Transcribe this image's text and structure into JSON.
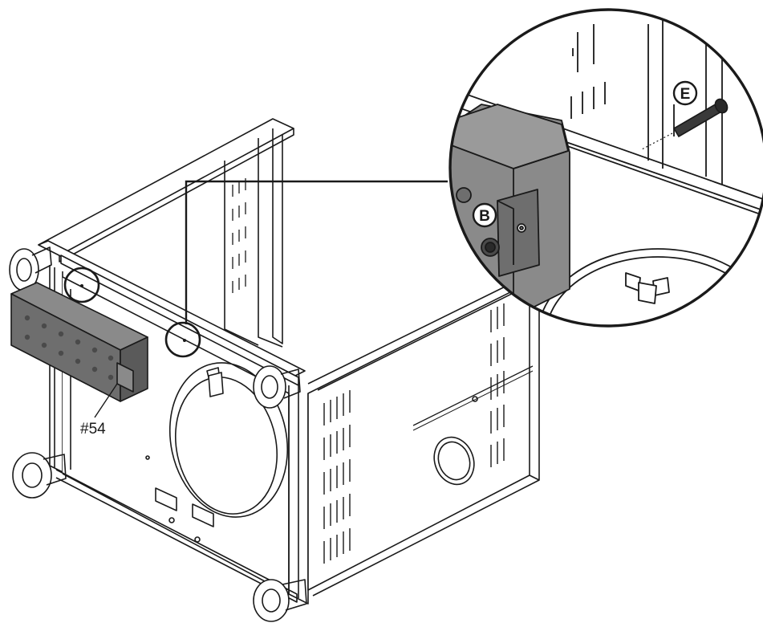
{
  "labels": {
    "part_number": "#54",
    "callout_b": "B",
    "callout_e": "E"
  },
  "colors": {
    "line": "#1a1a1a",
    "panel_fill": "#6e6e6e",
    "panel_top": "#8a8a8a",
    "background": "#ffffff",
    "frame_fill": "#ffffff"
  }
}
